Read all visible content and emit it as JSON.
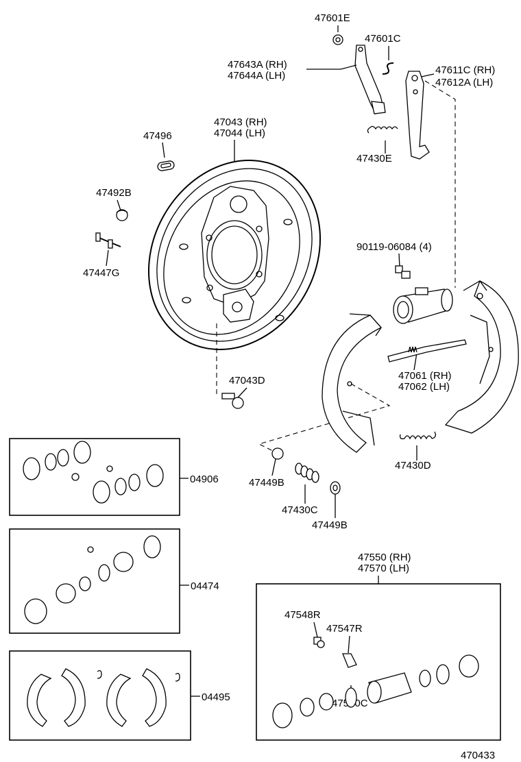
{
  "labels": {
    "p47601E": "47601E",
    "p47601C": "47601C",
    "p47643A": "47643A (RH)",
    "p47644A": "47644A (LH)",
    "p47611C": "47611C (RH)",
    "p47612A": "47612A (LH)",
    "p47043": "47043 (RH)",
    "p47044": "47044 (LH)",
    "p47496": "47496",
    "p47430E": "47430E",
    "p47492B": "47492B",
    "p47447G": "47447G",
    "p90119": "90119-06084 (4)",
    "p47043D": "47043D",
    "p47061": "47061 (RH)",
    "p47062": "47062 (LH)",
    "p47430D": "47430D",
    "p47449B_1": "47449B",
    "p47430C": "47430C",
    "p47449B_2": "47449B",
    "p04906": "04906",
    "p04474": "04474",
    "p04495": "04495",
    "p47550": "47550 (RH)",
    "p47570": "47570 (LH)",
    "p47548R": "47548R",
    "p47547R": "47547R",
    "p47550C": "47550C",
    "diagram_id": "470433"
  }
}
